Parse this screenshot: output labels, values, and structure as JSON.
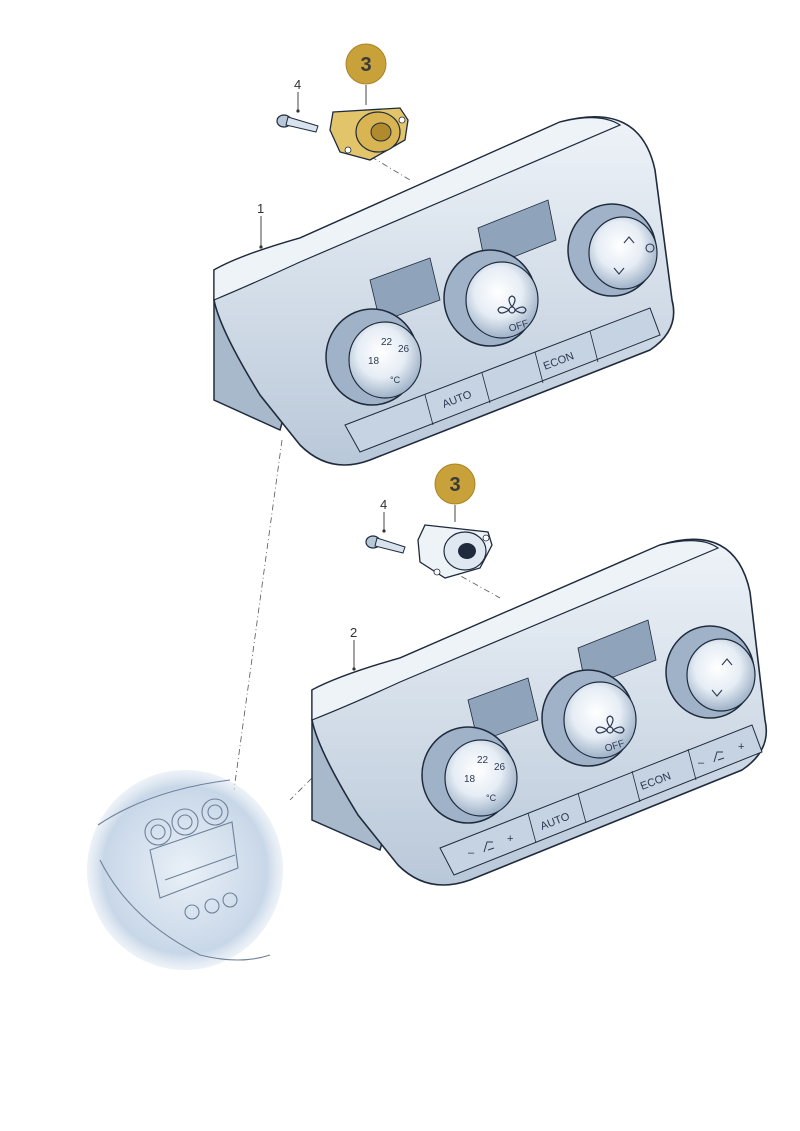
{
  "callouts": {
    "panel_top": "1",
    "panel_bottom": "2",
    "switch_top": "3",
    "switch_bottom": "3",
    "screw_top": "4",
    "screw_bottom": "4"
  },
  "panel_labels": {
    "auto": "AUTO",
    "econ": "ECON",
    "off": "OFF",
    "minus": "–",
    "plus": "+"
  },
  "dial_scale": {
    "t18": "18",
    "t22": "22",
    "t26": "26",
    "unit": "°C"
  },
  "colors": {
    "badge": "#c8a13a",
    "panel_fill": "#d9e3ee",
    "panel_dark": "#b4c4d6",
    "outline": "#1f2b3d",
    "highlight_part": "#e2c46a"
  }
}
